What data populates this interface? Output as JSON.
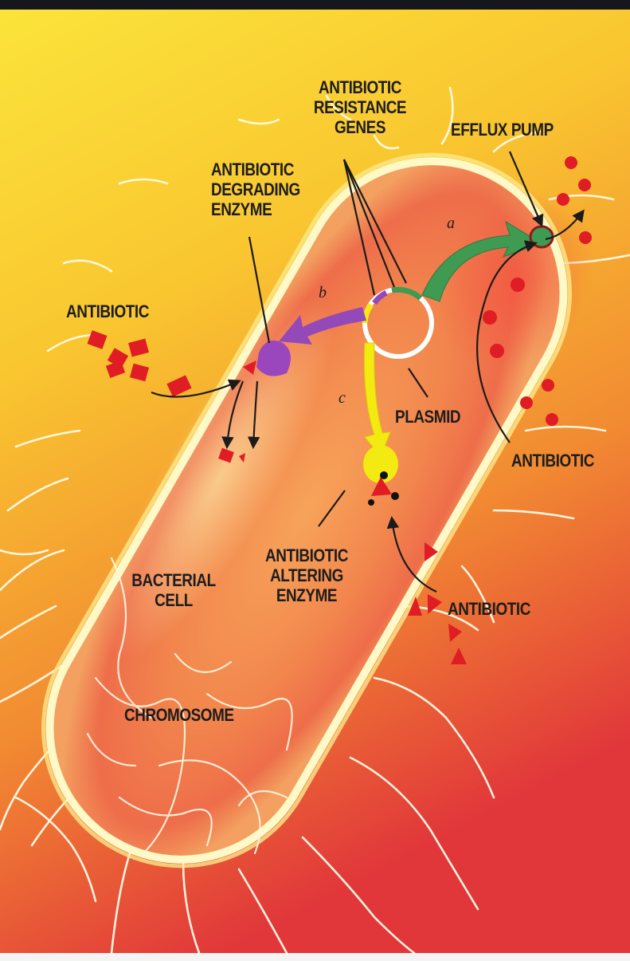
{
  "labels": {
    "resistance_genes": [
      "ANTIBIOTIC",
      "RESISTANCE",
      "GENES"
    ],
    "efflux_pump": "EFFLUX PUMP",
    "degrading_enzyme": [
      "ANTIBIOTIC",
      "DEGRADING",
      "ENZYME"
    ],
    "antibiotic_left": "ANTIBIOTIC",
    "antibiotic_right": "ANTIBIOTIC",
    "antibiotic_bottom": "ANTIBIOTIC",
    "plasmid": "PLASMID",
    "altering_enzyme": [
      "ANTIBIOTIC",
      "ALTERING",
      "ENZYME"
    ],
    "bacterial_cell": [
      "BACTERIAL",
      "CELL"
    ],
    "chromosome": "CHROMOSOME"
  },
  "pathways": {
    "a": "a",
    "b": "b",
    "c": "c"
  },
  "colors": {
    "background_top": "#f7d634",
    "background_bottom": "#e23a3a",
    "cell_wall": "#fffbd0",
    "antibiotic": "#e01d24",
    "pathway_a": "#3f9a52",
    "pathway_b": "#9349b8",
    "pathway_c": "#f3ea12",
    "plasmid": "#ffffff"
  }
}
